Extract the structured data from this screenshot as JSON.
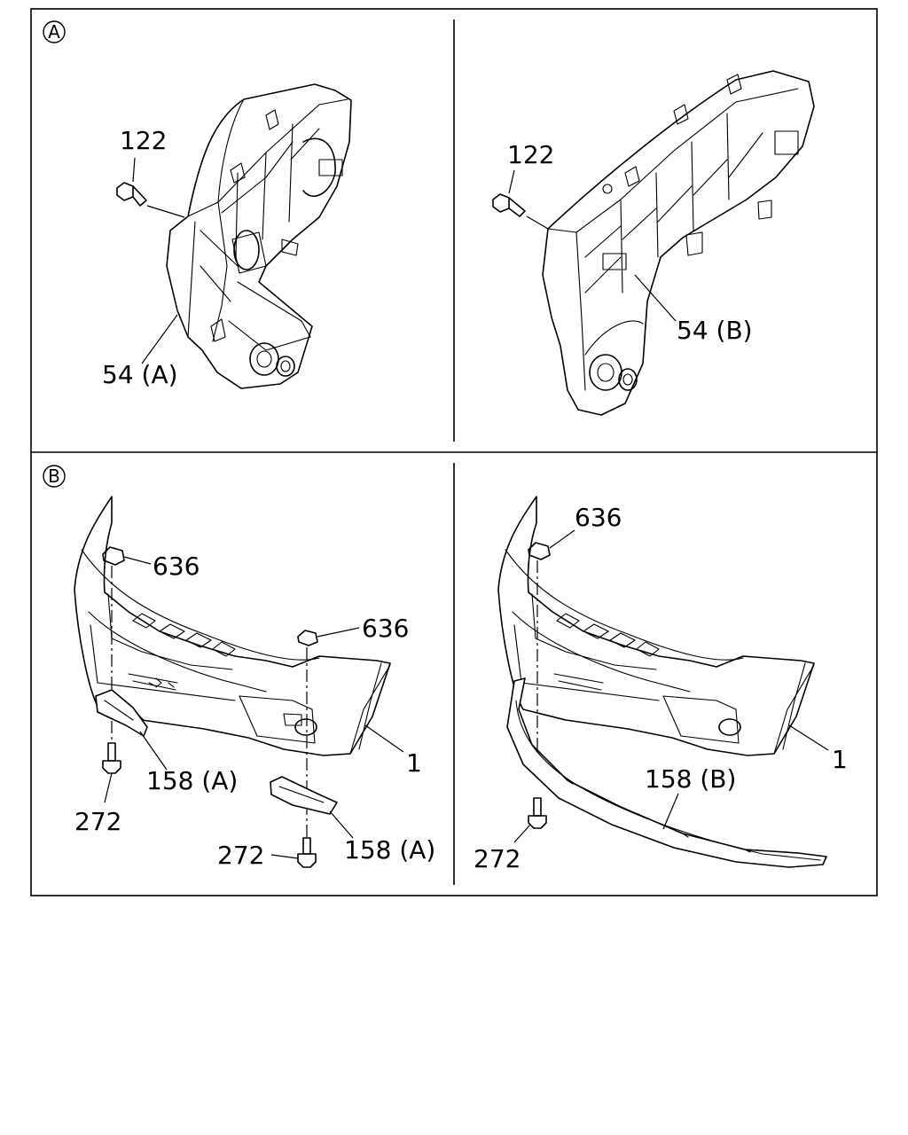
{
  "sections": [
    {
      "id": "A",
      "marker": "A"
    },
    {
      "id": "B",
      "marker": "B"
    }
  ],
  "callouts": {
    "a_left_122": "122",
    "a_left_54a": "54 (A)",
    "a_right_122": "122",
    "a_right_54b": "54 (B)",
    "b_left_636_top": "636",
    "b_left_636_mid": "636",
    "b_left_1": "1",
    "b_left_158a_1": "158 (A)",
    "b_left_158a_2": "158 (A)",
    "b_left_272_1": "272",
    "b_left_272_2": "272",
    "b_right_636": "636",
    "b_right_1": "1",
    "b_right_158b": "158 (B)",
    "b_right_272": "272"
  }
}
